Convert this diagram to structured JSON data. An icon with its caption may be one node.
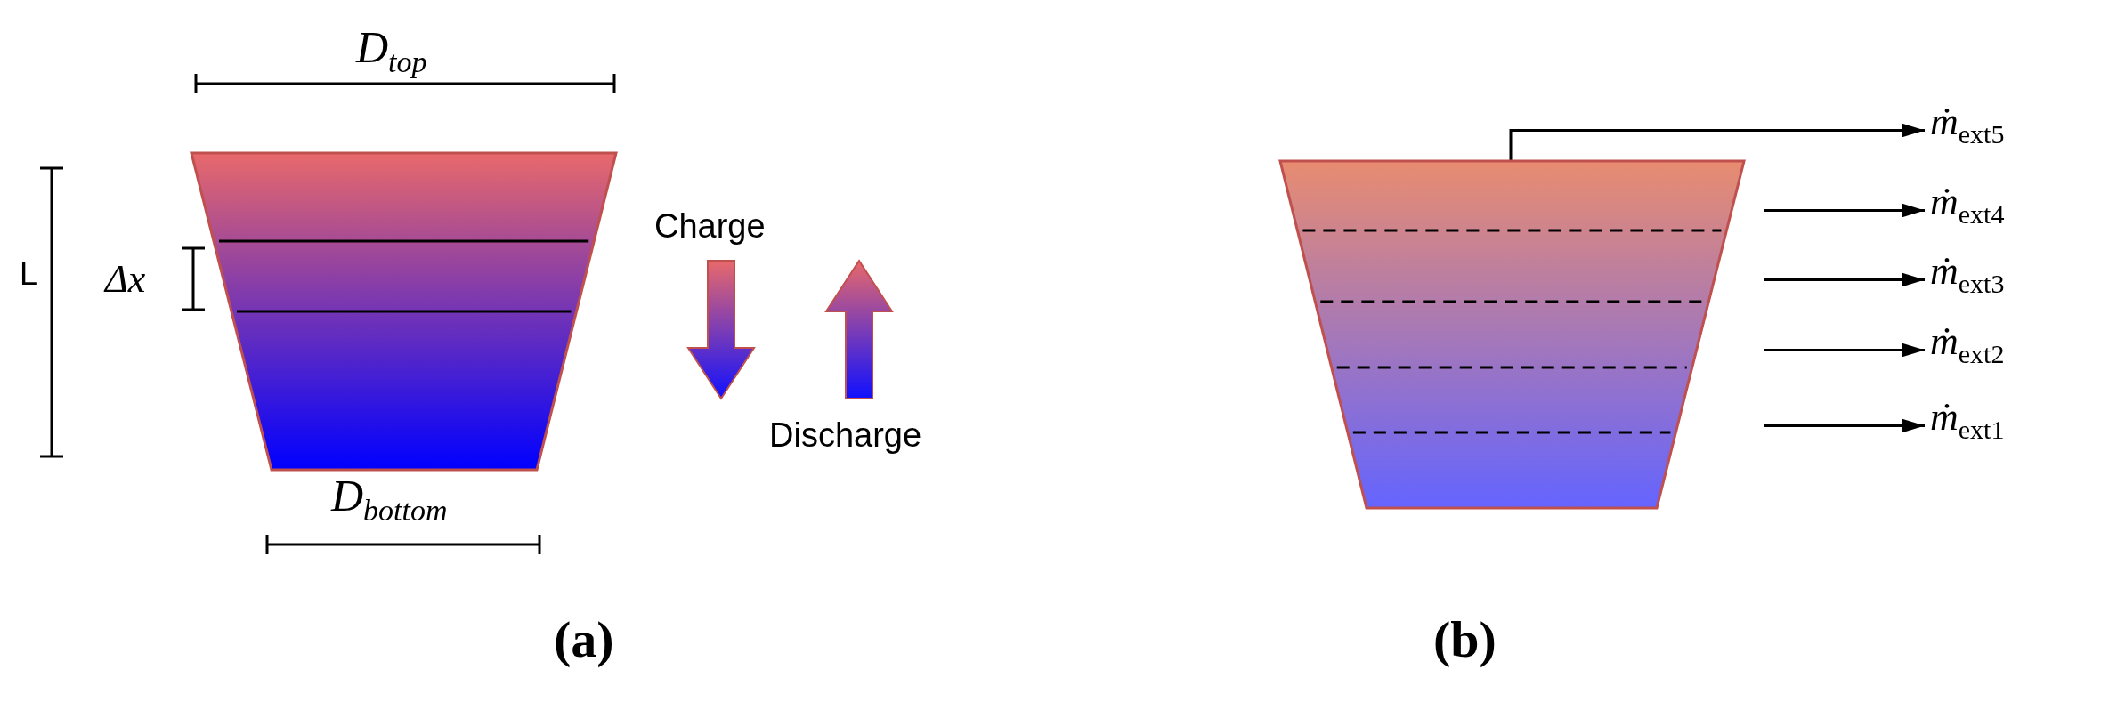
{
  "diagram": {
    "nodes": [
      {
        "text": [],
        "shape": "trapezoid"
      },
      {
        "text": [],
        "shape": "trapezoid"
      },
      {
        "text": [
          "*ṁ*$_{ext5}$"
        ]
      },
      {
        "text": [
          "*ṁ*$_{ext4}$"
        ]
      },
      {
        "text": [
          "*ṁ*$_{ext3}$"
        ]
      },
      {
        "text": [
          "*ṁ*$_{ext2}$"
        ]
      },
      {
        "text": [
          "*ṁ*$_{ext1}$"
        ]
      }
    ],
    "edges": [
      {
        "from": 1,
        "to": 2,
        "arrow": "to"
      },
      {
        "from": null,
        "to": 3,
        "arrow": "to"
      },
      {
        "from": null,
        "to": 4,
        "arrow": "to"
      },
      {
        "from": null,
        "to": 5,
        "arrow": "to"
      },
      {
        "from": null,
        "to": 6,
        "arrow": "to"
      }
    ],
    "labels": [
      "D$_{top}$",
      "L",
      "Δx",
      "D$_{bottom}$",
      "Charge",
      "Discharge",
      "(a)",
      "(b)"
    ]
  }
}
